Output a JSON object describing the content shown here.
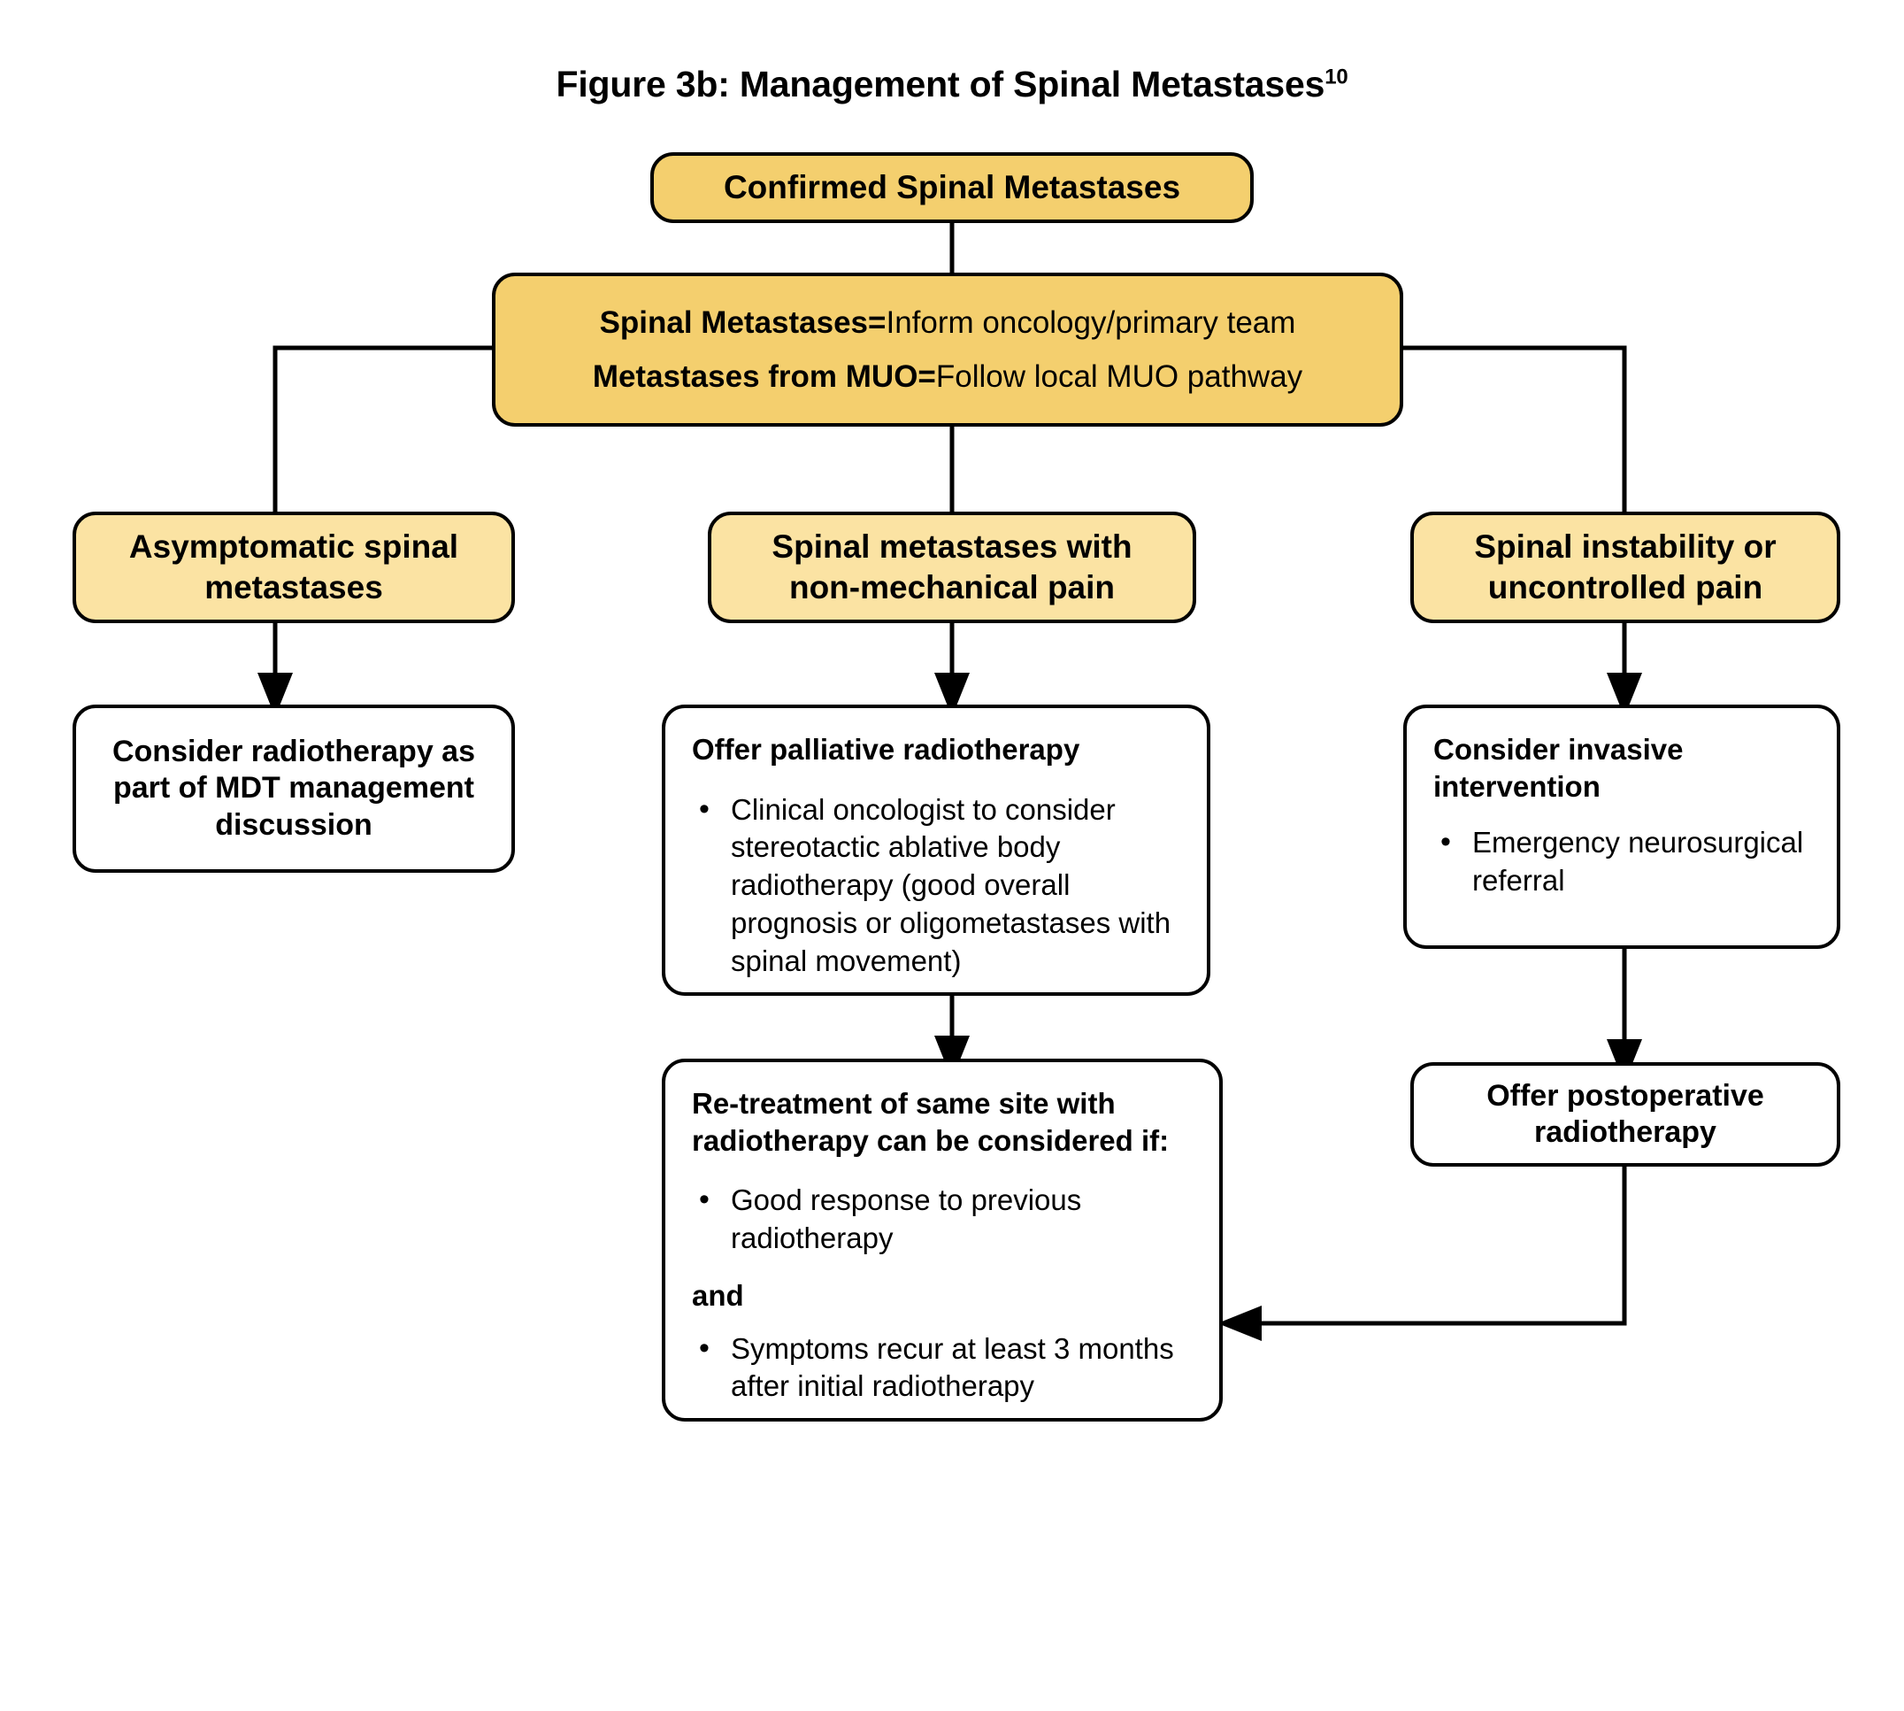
{
  "figure": {
    "title_text": "Figure 3b: Management of Spinal Metastases",
    "title_superscript": "10"
  },
  "colors": {
    "gold_fill": "#F4CF6E",
    "cream_fill": "#FBE3A3",
    "white_fill": "#FFFFFF",
    "stroke": "#000000",
    "page_background": "#FFFFFF"
  },
  "nodes": {
    "root": {
      "label": "Confirmed Spinal Metastases"
    },
    "action_band": {
      "line1_bold": "Spinal Metastases=",
      "line1_rest": "Inform oncology/primary team",
      "line2_bold": "Metastases from MUO=",
      "line2_rest": "Follow local MUO pathway"
    },
    "branch_left": {
      "label_line1": "Asymptomatic spinal",
      "label_line2": "metastases"
    },
    "branch_middle": {
      "label_line1": "Spinal metastases with",
      "label_line2": "non-mechanical pain"
    },
    "branch_right": {
      "label_line1": "Spinal instability or",
      "label_line2": "uncontrolled pain"
    },
    "left_outcome": {
      "label_line1": "Consider radiotherapy as",
      "label_line2": "part of MDT management",
      "label_line3": "discussion"
    },
    "middle_outcome": {
      "header": "Offer palliative radiotherapy",
      "bullets": [
        "Clinical oncologist to consider stereotactic ablative body radiotherapy (good overall prognosis or oligometastases with spinal movement)"
      ]
    },
    "middle_retreatment": {
      "header": "Re-treatment of same site with radiotherapy can be considered if:",
      "bullet_1": "Good response to previous radiotherapy",
      "conjunction": "and",
      "bullet_2": "Symptoms recur at least 3 months after initial radiotherapy"
    },
    "right_outcome": {
      "header_line1": "Consider invasive",
      "header_line2": "intervention",
      "bullets": [
        "Emergency neurosurgical referral"
      ]
    },
    "right_postop": {
      "label_line1": "Offer postoperative",
      "label_line2": "radiotherapy"
    }
  },
  "connectors": [
    {
      "name": "root-to-band",
      "from": "root",
      "to": "action_band",
      "arrowhead": false
    },
    {
      "name": "band-to-branch-left",
      "from": "action_band",
      "to": "branch_left",
      "arrowhead": false
    },
    {
      "name": "band-to-branch-middle",
      "from": "action_band",
      "to": "branch_middle",
      "arrowhead": false
    },
    {
      "name": "band-to-branch-right",
      "from": "action_band",
      "to": "branch_right",
      "arrowhead": false
    },
    {
      "name": "branch-left-to-left-outcome",
      "from": "branch_left",
      "to": "left_outcome",
      "arrowhead": true
    },
    {
      "name": "branch-middle-to-middle-outcome",
      "from": "branch_middle",
      "to": "middle_outcome",
      "arrowhead": true
    },
    {
      "name": "branch-right-to-right-outcome",
      "from": "branch_right",
      "to": "right_outcome",
      "arrowhead": true
    },
    {
      "name": "middle-outcome-to-retreatment",
      "from": "middle_outcome",
      "to": "middle_retreatment",
      "arrowhead": true
    },
    {
      "name": "right-outcome-to-postop",
      "from": "right_outcome",
      "to": "right_postop",
      "arrowhead": true
    },
    {
      "name": "postop-to-retreatment-feedback",
      "from": "right_postop",
      "to": "middle_retreatment",
      "arrowhead": true
    }
  ]
}
